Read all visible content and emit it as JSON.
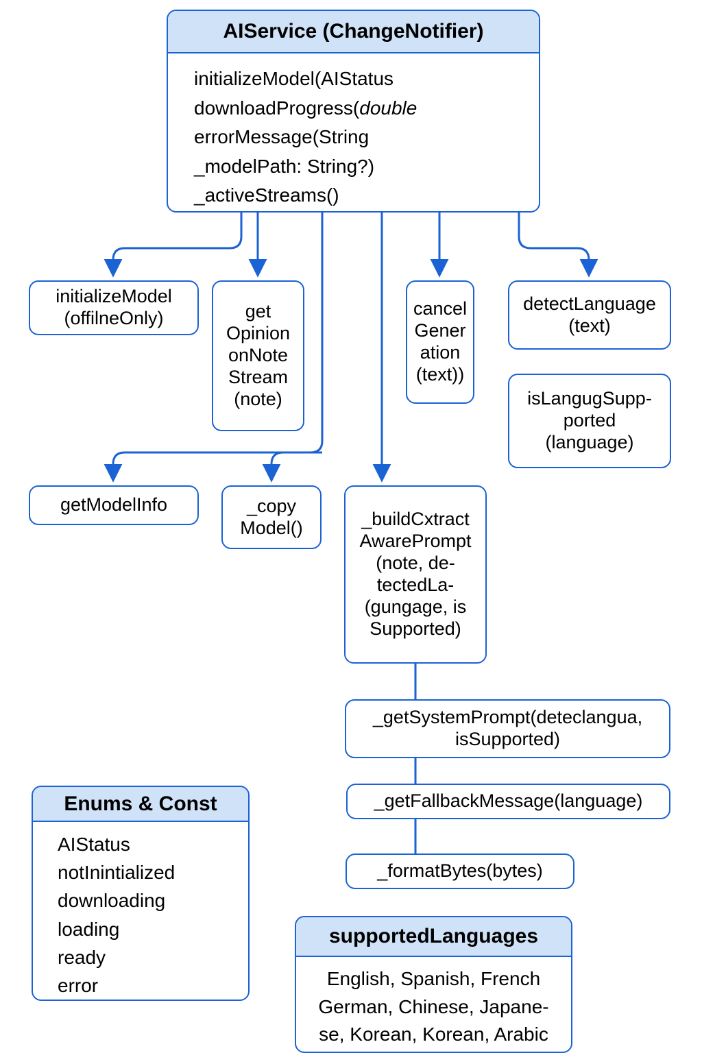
{
  "diagram": {
    "title": "AIService class structure diagram",
    "colors": {
      "border": "#1b62d4",
      "header_fill": "#cfe2f7",
      "node_fill": "#ffffff",
      "text": "#000000",
      "edge": "#1b62d4"
    }
  },
  "main_class": {
    "title": "AIService (ChangeNotifier)",
    "members": [
      "initializeModel(AIStatus",
      "downloadProgress(double",
      "errorMessage(String",
      "_modelPath: String?)",
      "_activeStreams()"
    ],
    "italic_member_index": 1
  },
  "methods": {
    "initialize_model": "initializeModel\n(offilneOnly)",
    "get_opinion_stream": "get\nOpinion\nonNote\nStream\n(note)",
    "cancel_generation": "cancel\nGener\nation\n(text))",
    "detect_language": "detectLanguage\n(text)",
    "is_language_supported": "isLangugSupp-\nported\n(language)",
    "get_model_info": "getModelInfo",
    "copy_model": "_copy\nModel()",
    "build_context_aware_prompt": "_buildCxtract\nAwarePrompt\n(note, de-\ntectedLa-\n(gungage, is\nSupported)",
    "get_system_prompt": "_getSystemPrompt(deteclangua,\nisSupported)",
    "get_fallback_message": "_getFallbackMessage(language)",
    "format_bytes": "_formatBytes(bytes)"
  },
  "enums_box": {
    "title": "Enums & Const",
    "items": [
      "AIStatus",
      "notInintialized",
      "downloading",
      "loading",
      "ready",
      "error"
    ]
  },
  "supported_languages_box": {
    "title": "supportedLanguages",
    "lines": [
      "English, Spanish, French",
      "German, Chinese, Japane-",
      "se, Korean, Korean, Arabic"
    ]
  }
}
